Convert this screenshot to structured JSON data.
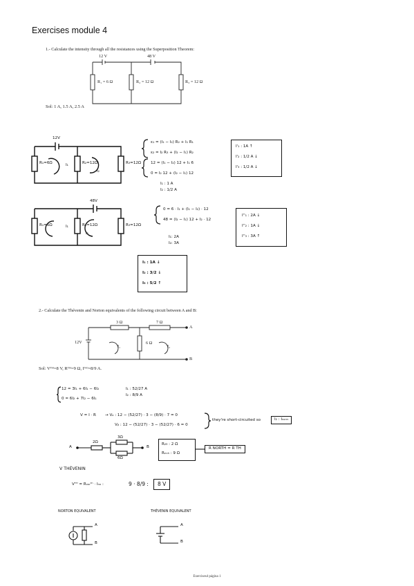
{
  "heading": "Exercises module 4",
  "q1": {
    "text": "1.- Calculate the intensity through all the resistances using the Superposition Theorem:",
    "v_left": "12 V",
    "v_right": "48 V",
    "r1": "R₁ = 6 Ω",
    "r2": "R₂ = 12 Ω",
    "r3": "R₃ = 12 Ω",
    "solution": "Sol: 1 A, 1.5 A, 2.5 A"
  },
  "work1": {
    "v12": "12V",
    "r1": "R₁=6Ω",
    "r2": "R₂=12Ω",
    "r3": "R₃=12Ω",
    "i1": "I₁",
    "i2": "I₂",
    "eq1": "ε₁ = (I₁ − I₂) R₂ + I₁ R₁",
    "eq2": "ε₂ = I₂ R₃ + (I₂ − I₁) R₂",
    "eq3": "12 = (I₁ − I₂) 12 + I₁ 6",
    "eq4": "0 = I₂ 12 + (I₂ − I₁) 12",
    "res1": "I₁ : 1   A",
    "res2": "I₂ : 1/2  A",
    "box": [
      "I'₁ :   1A   ↑",
      "I'₂ :   1/2 A  ↓",
      "I'₃ :   1/2 A  ↓"
    ]
  },
  "work2": {
    "v48": "48V",
    "r1": "R₁=6Ω",
    "r2": "R₂=12Ω",
    "r3": "R₃=12Ω",
    "i1": "I₁",
    "i2": "I₂",
    "eq1": "0 = 6 · I₁ + (I₁ − I₂) · 12",
    "eq2": "48 = (I₂ − I₁) 12 + I₂ · 12",
    "res1": "I₁:  2A",
    "res2": "I₂:  3A",
    "box": [
      "I''₁ :   2A ↓",
      "I''₂ :   1A ↓",
      "I''₃ :  3A ↑"
    ]
  },
  "total_box": [
    "I₁ :    1A ↓",
    "I₂ :    3/2 ↓",
    "I₃ :    5/2 ↑"
  ],
  "q2": {
    "text": "2.- Calculate the Thévenin and Norton equivalents of the following circuit between A and B:",
    "r3": "3 Ω",
    "r7": "7 Ω",
    "r6": "6 Ω",
    "v12": "12V",
    "node_a": "A",
    "node_b": "B",
    "i1": "I₁",
    "i2": "I₂",
    "solution": "Sol: Vᵀᴴ=8 V, Rᵀᴴ=9 Ω, Iᴺᴼ=8/9 A."
  },
  "work3": {
    "eq1": "12 = 3I₁ + 6I₁ − 6I₂",
    "eq2": "0 = 6I₂ + 7I₂ − 6I₁",
    "res1": "I₁ : 52/27  A",
    "res2": "I₂ : 8/9   A",
    "v_line": "V = I · R",
    "va": "→  Vₐ :  12 − (52/27) · 3 − (8/9) · 7  = 0",
    "vb": "Vᵦ :  12 − (52/27) · 3 − (52/27) · 6  = 0",
    "note": "they're short-circuited so",
    "note_box": "I₂ : Iₙₒᵣₘ",
    "a": "A",
    "b": "B",
    "r2": "2Ω",
    "r3": "3Ω",
    "r6": "6Ω",
    "r23": "R₂₃ :  2 Ω",
    "req": "Rₑₓₕ :  9 Ω",
    "rnorth": "R NORTH  =  R TH",
    "vth_title": "V THÉVENIN",
    "vth_eq": "Vᵀᴴ =  Rₙₒᵣᵗʰ · Iₙₒ :",
    "vth_val": "9 · 8/9 :",
    "vth_box": "8 V",
    "norton_title": "NORTON EQUIVALENT",
    "thevenin_title": "THÉVENIN EQUIVALENT",
    "na": "A",
    "nb": "B",
    "ta": "A",
    "tb": "B"
  },
  "footer": "Exercises4 página 1"
}
